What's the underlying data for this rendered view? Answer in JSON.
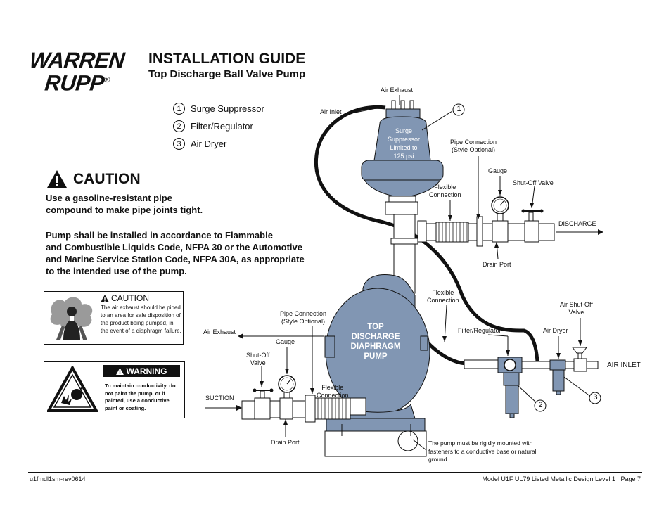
{
  "brand": {
    "line1": "WARREN",
    "line2": "RUPP",
    "reg": "®"
  },
  "header": {
    "title": "INSTALLATION GUIDE",
    "subtitle": "Top Discharge Ball Valve Pump"
  },
  "legend": [
    {
      "num": "1",
      "label": "Surge Suppressor"
    },
    {
      "num": "2",
      "label": "Filter/Regulator"
    },
    {
      "num": "3",
      "label": "Air Dryer"
    }
  ],
  "caution": {
    "heading": "CAUTION",
    "p1_line1": "Use a gasoline-resistant pipe",
    "p1_line2": "compound to make pipe joints tight.",
    "p2_line1": "Pump shall be installed in accordance to Flammable",
    "p2_line2": "and Combustible Liquids Code, NFPA 30 or the Automotive",
    "p2_line3": "and Marine Service Station Code, NFPA 30A, as appropriate",
    "p2_line4": "to the intended use of the pump."
  },
  "caution_box": {
    "heading": "CAUTION",
    "text": "The air exhaust should be piped to an area for safe disposition of the product being pumped, in the event of a diaphragm failure."
  },
  "warning_box": {
    "heading": "WARNING",
    "text": "To maintain conductivity, do not paint the pump, or if painted, use a conductive paint or coating."
  },
  "diagram": {
    "air_exhaust_top": "Air Exhaust",
    "air_inlet": "Air Inlet",
    "surge_line1": "Surge",
    "surge_line2": "Suppressor",
    "surge_line3": "Limited to",
    "surge_line4": "125 psi",
    "pipe_conn_top_1": "Pipe Connection",
    "pipe_conn_top_2": "(Style Optional)",
    "gauge_top": "Gauge",
    "shutoff_top": "Shut-Off Valve",
    "flex_top_1": "Flexible",
    "flex_top_2": "Connection",
    "discharge": "DISCHARGE",
    "drain_top": "Drain Port",
    "flex_mid_1": "Flexible",
    "flex_mid_2": "Connection",
    "air_shutoff_1": "Air Shut-Off",
    "air_shutoff_2": "Valve",
    "pump_line1": "TOP",
    "pump_line2": "DISCHARGE",
    "pump_line3": "DIAPHRAGM",
    "pump_line4": "PUMP",
    "pipe_conn_left_1": "Pipe Connection",
    "pipe_conn_left_2": "(Style Optional)",
    "air_exhaust_left": "Air Exhaust",
    "filter_reg": "Filter/Regulator",
    "air_dryer": "Air Dryer",
    "air_inlet_right": "AIR INLET",
    "gauge_left": "Gauge",
    "shutoff_left_1": "Shut-Off",
    "shutoff_left_2": "Valve",
    "flex_left_1": "Flexible",
    "flex_left_2": "Connection",
    "suction": "SUCTION",
    "drain_bottom": "Drain Port",
    "mount_note": "The pump must be rigidly mounted with fasteners to a conductive base or natural ground.",
    "callout_1": "1",
    "callout_2": "2",
    "callout_3": "3"
  },
  "footer": {
    "left": "u1fmdl1sm-rev0614",
    "right": "Model U1F UL79 Listed Metallic Design Level 1   Page 7"
  },
  "colors": {
    "pump_blue": "#8196b3",
    "pump_dark": "#6e83a0",
    "black": "#111111"
  }
}
